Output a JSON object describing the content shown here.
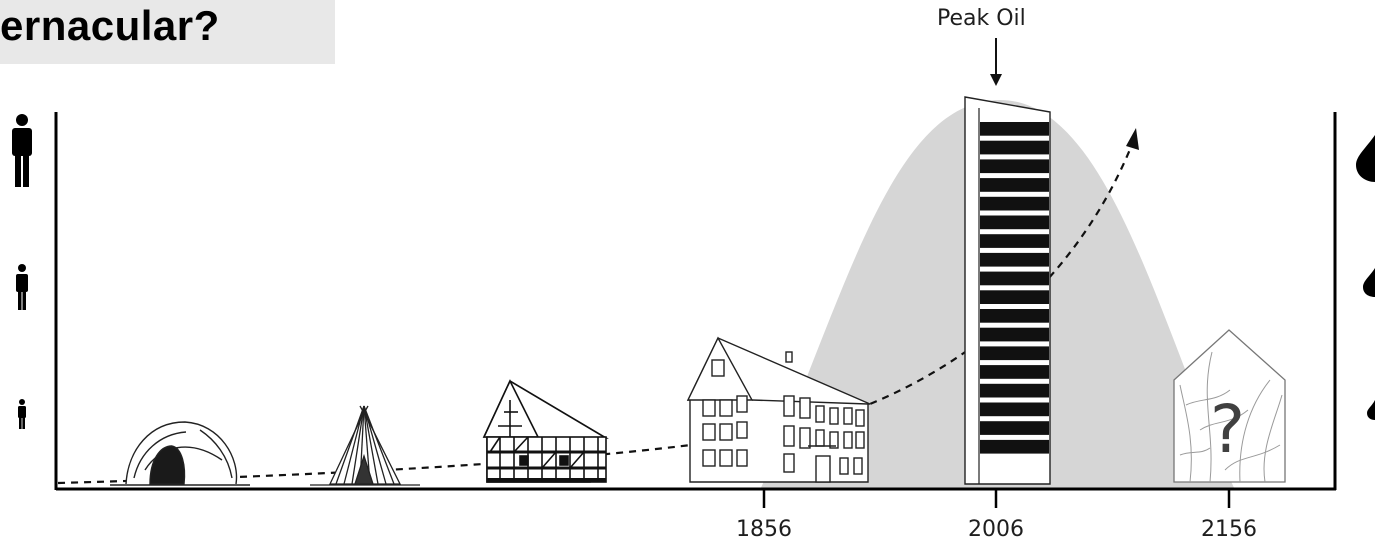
{
  "title": "ernacular?",
  "peak_label": "Peak Oil",
  "timeline": {
    "years": [
      "1856",
      "2006",
      "2156"
    ]
  },
  "future_symbol": "?",
  "icons": {
    "left_scale": [
      "person-small-icon",
      "person-medium-icon",
      "person-large-icon"
    ],
    "right_scale": [
      "oil-drop-small-icon",
      "oil-drop-medium-icon",
      "oil-drop-large-icon"
    ],
    "buildings": [
      "cave-dwelling-icon",
      "teepee-hut-icon",
      "half-timbered-house-icon",
      "industrial-era-house-icon",
      "modern-tower-block-icon",
      "future-house-icon"
    ]
  },
  "colors": {
    "oil_curve_fill": "#d6d6d6",
    "axis": "#000000"
  }
}
